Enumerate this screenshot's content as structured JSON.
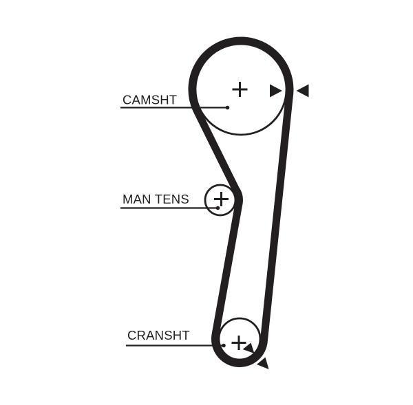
{
  "diagram": {
    "type": "timing-belt-routing-diagram",
    "background_color": "#ffffff",
    "ink_color": "#231f20",
    "pulleys": [
      {
        "id": "camshaft",
        "label": "CAMSHT"
      },
      {
        "id": "manual-tensioner",
        "label": "MAN TENS"
      },
      {
        "id": "crankshaft",
        "label": "CRANSHT"
      }
    ],
    "markers": {
      "camshaft_belt_arrows": [
        "triangle-pointing-right",
        "triangle-pointing-left"
      ],
      "crankshaft_rotation_arrows": [
        "triangle-pointing-southeast-inner",
        "triangle-pointing-southeast-outer"
      ]
    }
  }
}
